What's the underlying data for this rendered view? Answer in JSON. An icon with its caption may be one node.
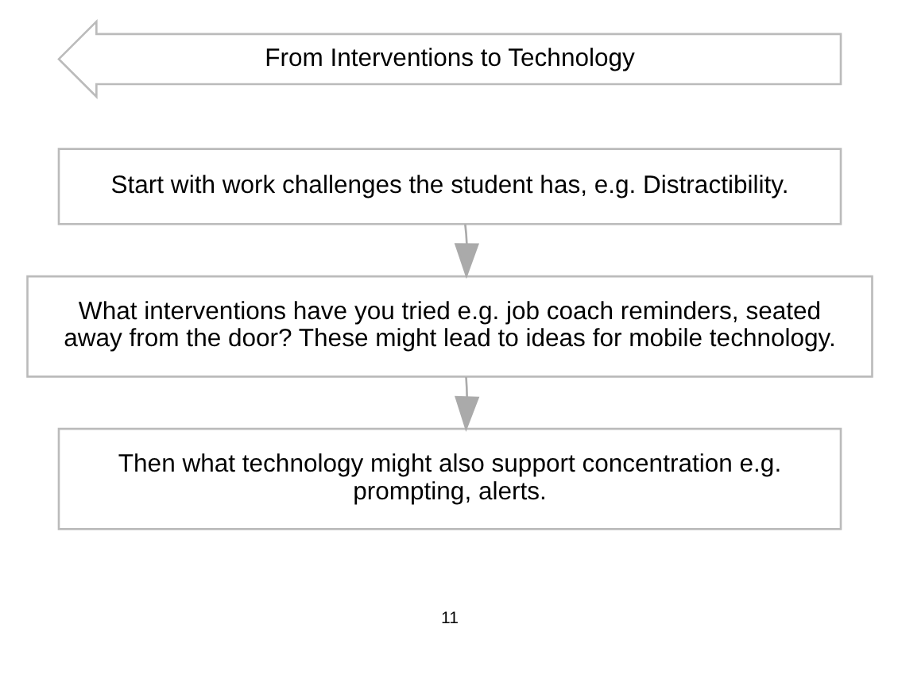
{
  "diagram": {
    "nodes": [
      {
        "text": [
          "From Interventions to Technology"
        ]
      },
      {
        "text": [
          "Start with work challenges the student has, e.g. Distractibility."
        ]
      },
      {
        "text": [
          "What interventions have you tried e.g. job coach reminders, seated away from the door? These might lead to ideas for mobile technology."
        ]
      },
      {
        "text": [
          "Then what technology might also support concentration e.g. prompting, alerts."
        ]
      }
    ],
    "edges": [
      {
        "from": 1,
        "to": 2,
        "arrow": "to"
      },
      {
        "from": 2,
        "to": 3,
        "arrow": "to"
      }
    ],
    "labels": [
      "11"
    ]
  }
}
